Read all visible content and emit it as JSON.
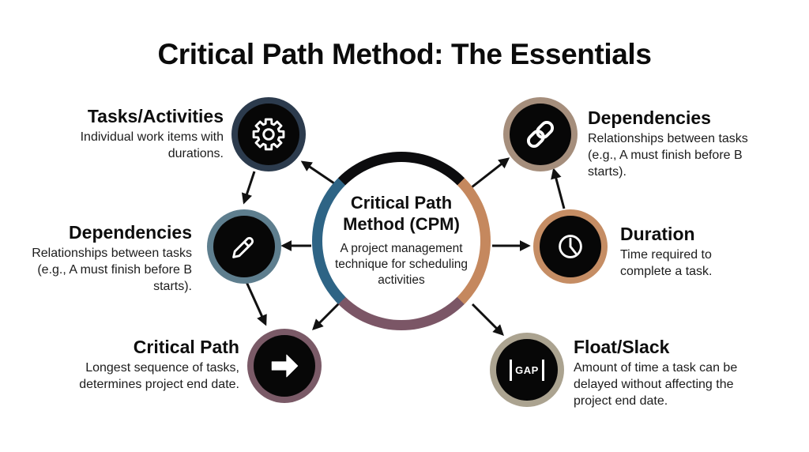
{
  "title": "Critical Path Method: The Essentials",
  "center": {
    "heading": "Critical Path Method (CPM)",
    "description": "A project management technique for scheduling activities",
    "ring_colors": {
      "top": "#0c0c0e",
      "right": "#c5885e",
      "bottom": "#7b5666",
      "left": "#2e6485"
    }
  },
  "nodes": [
    {
      "title": "Tasks/Activities",
      "description": "Individual work items with durations.",
      "icon": "gear-icon",
      "ring_color": "#2c3b4d",
      "side": "left"
    },
    {
      "title": "Dependencies",
      "description": "Relationships between tasks (e.g., A must finish before B starts).",
      "icon": "pencil-icon",
      "ring_color": "#5e7e8e",
      "side": "left"
    },
    {
      "title": "Critical Path",
      "description": "Longest sequence of tasks, determines project end date.",
      "icon": "arrow-right-icon",
      "ring_color": "#7a5a67",
      "side": "left"
    },
    {
      "title": "Dependencies",
      "description": "Relationships between tasks (e.g., A must finish before B starts).",
      "icon": "link-icon",
      "ring_color": "#a58e7c",
      "side": "right"
    },
    {
      "title": "Duration",
      "description": "Time required to complete a task.",
      "icon": "clock-icon",
      "ring_color": "#c58d64",
      "side": "right"
    },
    {
      "title": "Float/Slack",
      "description": "Amount of time a task can be delayed without affecting the project end date.",
      "icon": "gap-icon",
      "icon_label": "GAP",
      "ring_color": "#aba390",
      "side": "right"
    }
  ],
  "colors": {
    "background": "#ffffff",
    "text": "#161616",
    "arrow": "#111111"
  }
}
